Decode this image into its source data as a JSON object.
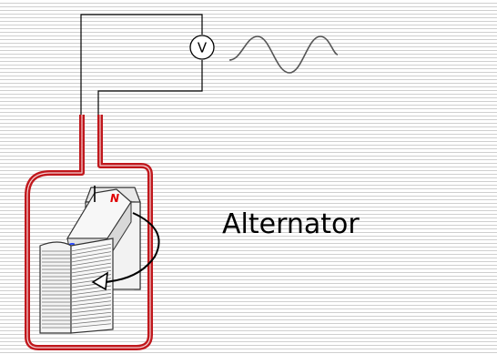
{
  "diagram": {
    "caption": "Alternator",
    "voltmeter_symbol": "V",
    "magnet_pole_north": "N",
    "magnet_pole_south": "S",
    "icons": [
      "voltmeter-icon",
      "sine-wave-icon",
      "rotation-arrow-icon"
    ]
  },
  "colors": {
    "wire_red": "#c0171c",
    "circuit_line": "#000000",
    "north_pole": "#e00000",
    "south_pole": "#1a3cff",
    "coil_face": "#f4f4f4",
    "coil_lines": "#6b6b6b"
  }
}
